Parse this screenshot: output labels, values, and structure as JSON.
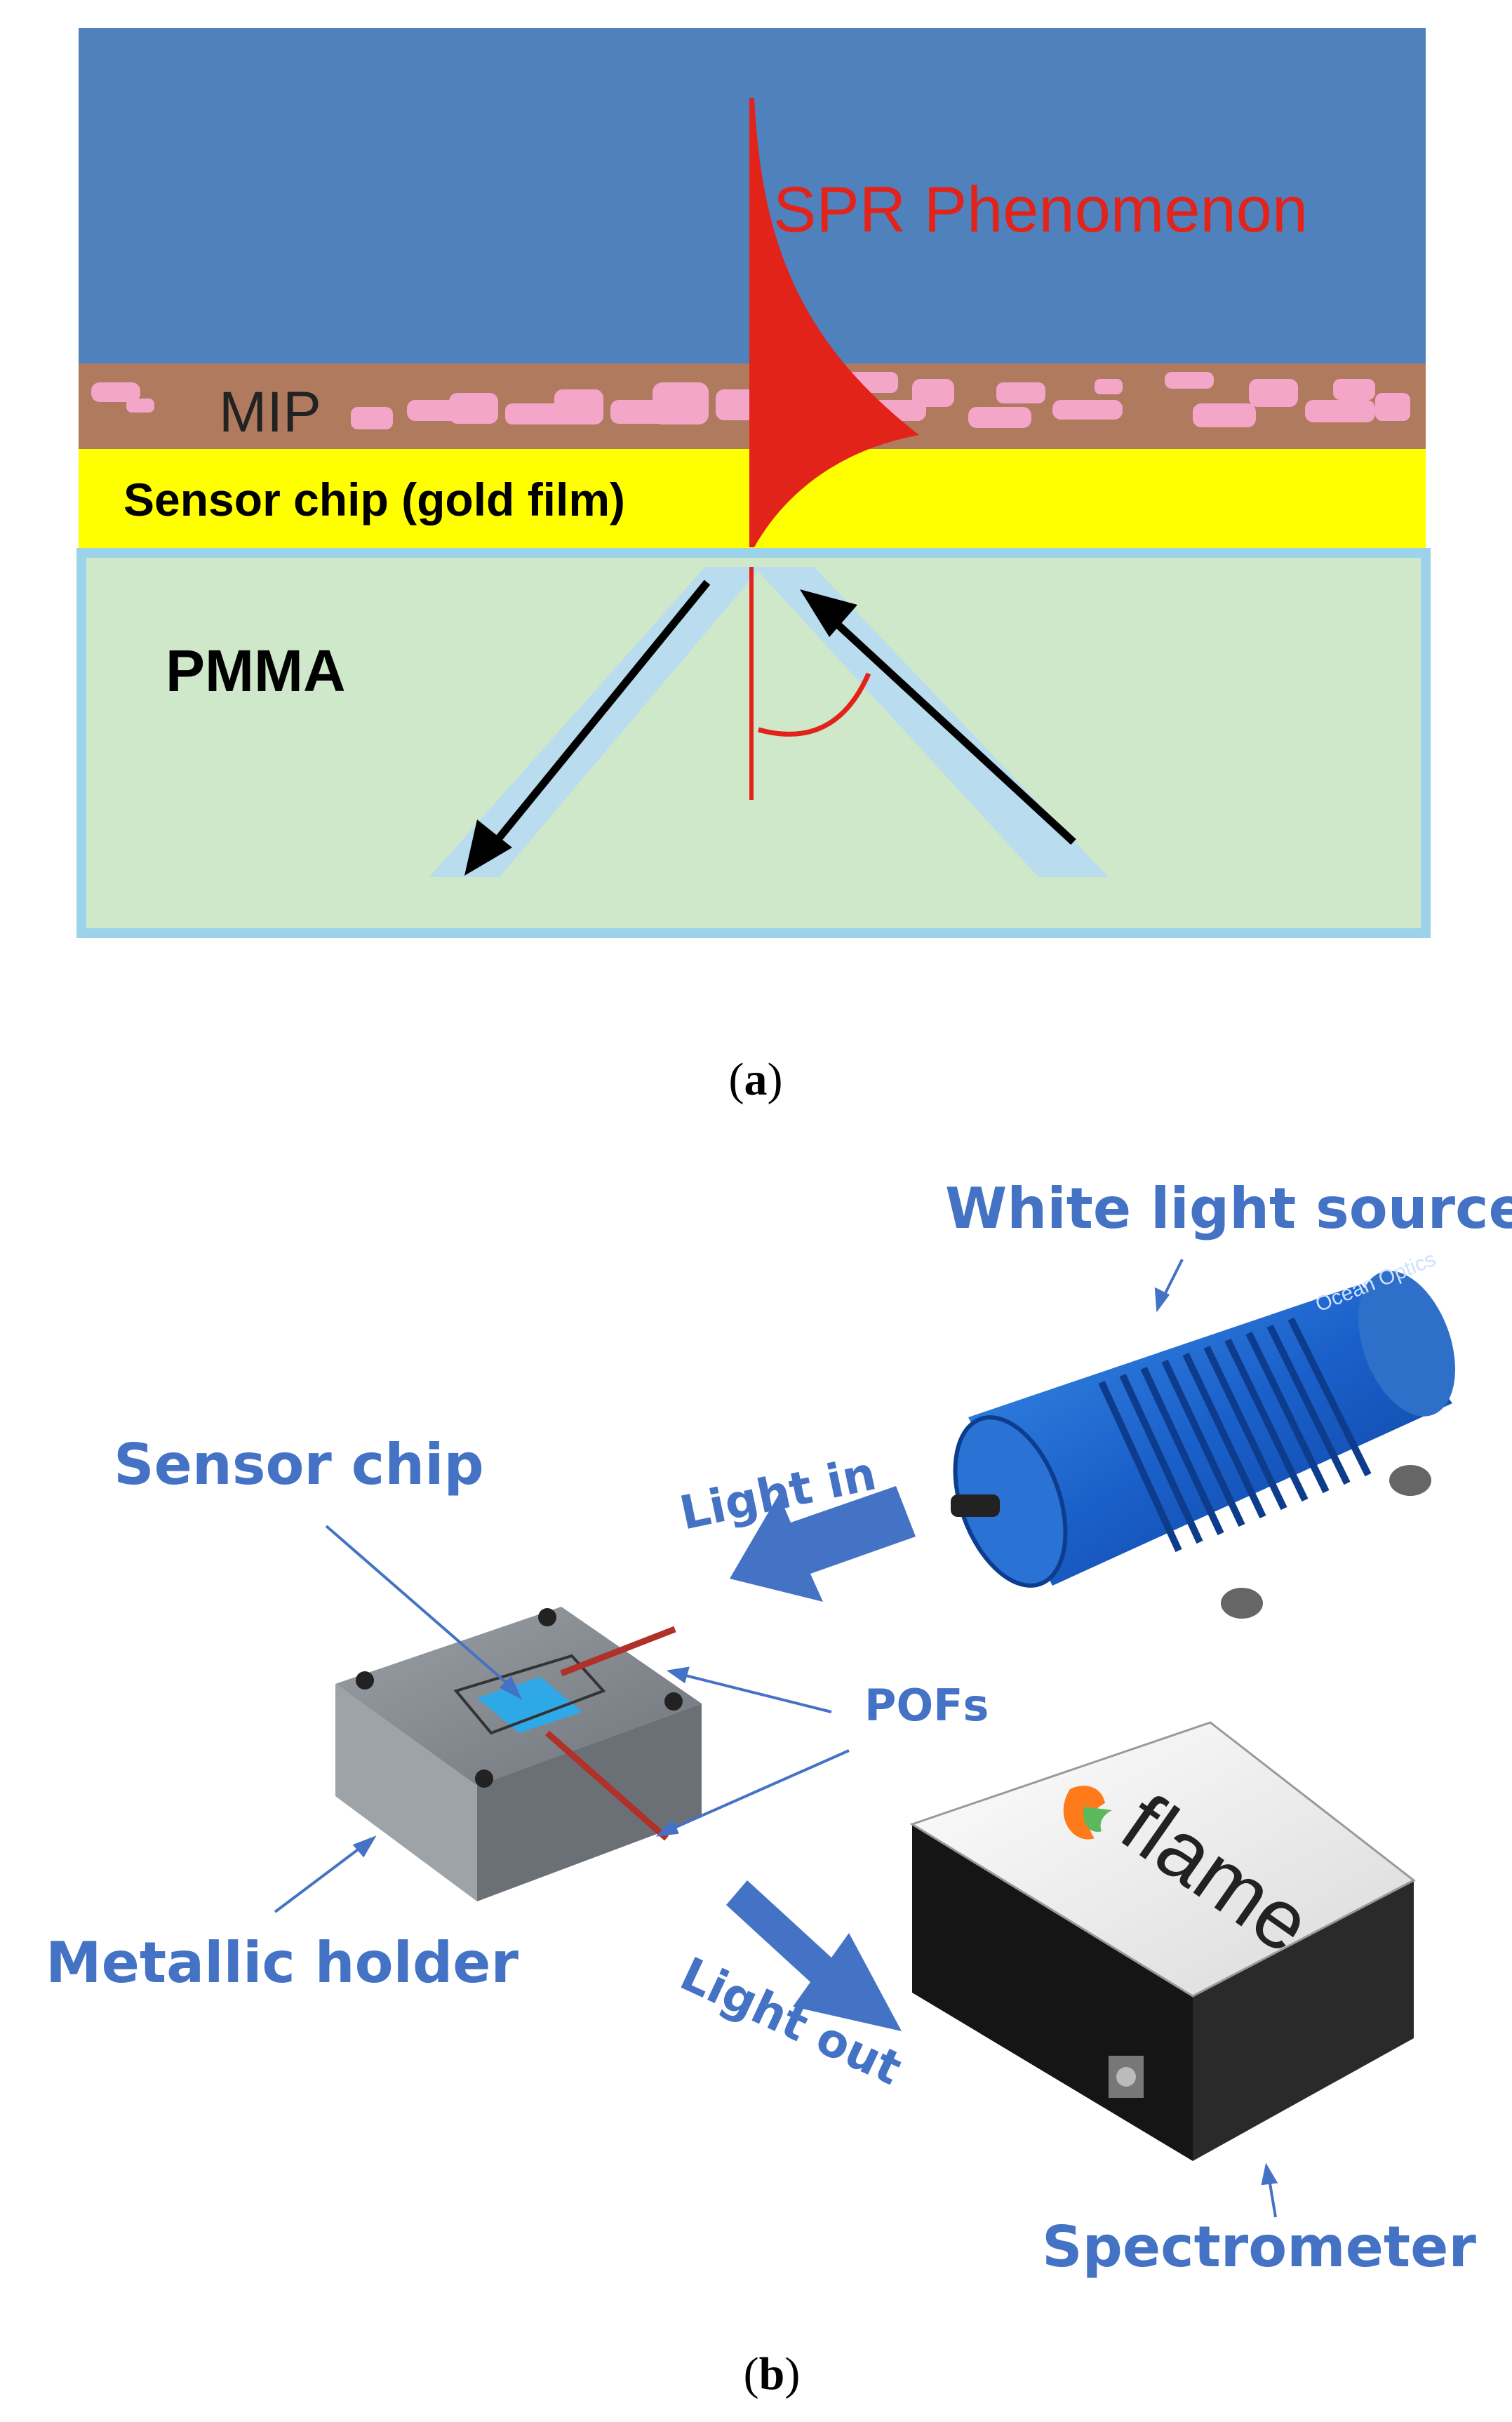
{
  "panel_a": {
    "labels": {
      "spr": "SPR Phenomenon",
      "mip": "MIP",
      "gold": "Sensor chip (gold film)",
      "pmma": "PMMA"
    },
    "caption_letter": "a",
    "colors": {
      "sample": "#4f81bd",
      "mip_layer": "#b07a5e",
      "mip_particles": "#f4a6c8",
      "gold": "#ffff00",
      "pmma": "#cfe8c9",
      "pmma_border": "#9dd3e8",
      "evanescent": "#e2231a"
    }
  },
  "panel_b": {
    "labels": {
      "white_light_source": "White light source",
      "sensor_chip": "Sensor chip",
      "light_in": "Light in",
      "pofs": "POFs",
      "metallic_holder": "Metallic holder",
      "light_out": "Light out",
      "spectrometer": "Spectrometer",
      "spectrometer_brand": "flame",
      "source_brand": "Ocean Optics"
    },
    "caption_letter": "b",
    "colors": {
      "label_blue": "#4472c4",
      "source_body": "#1f5fbf",
      "holder": "#8c9399",
      "chip": "#2fa8e8",
      "fiber": "#b0302a"
    }
  }
}
